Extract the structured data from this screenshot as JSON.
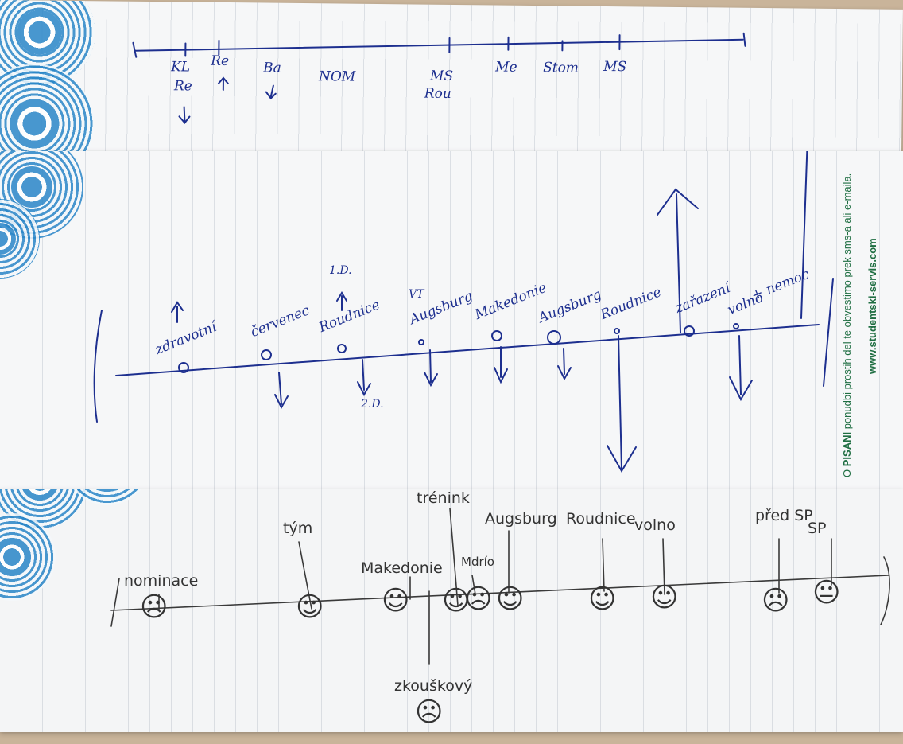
{
  "top_timeline": {
    "labels": [
      "KL",
      "Re",
      "Re",
      "Ba",
      "NOM",
      "MS",
      "Rou",
      "Me",
      "Stom",
      "MS"
    ]
  },
  "middle_timeline": {
    "events": [
      "zdravotní",
      "červenec",
      "Roudnice",
      "Augsburg",
      "Makedonie",
      "Augsburg",
      "Roudnice",
      "zařazení",
      "volno",
      "+ nemoc"
    ],
    "notes": [
      "1.D.",
      "2.D.",
      "VT"
    ]
  },
  "bottom_timeline": {
    "labels": [
      "nominace",
      "tým",
      "Makedonie",
      "trénink",
      "Mdrío",
      "Augsburg",
      "Roudnice",
      "volno",
      "před SP",
      "SP",
      "zkouškový"
    ]
  },
  "margin_print": {
    "prefix": "O",
    "brand": "PISANI",
    "line1": "ponudbi prostih del te obvestimo prek sms-a ali e-maila.",
    "line2": "www.studentski-servis.com"
  }
}
